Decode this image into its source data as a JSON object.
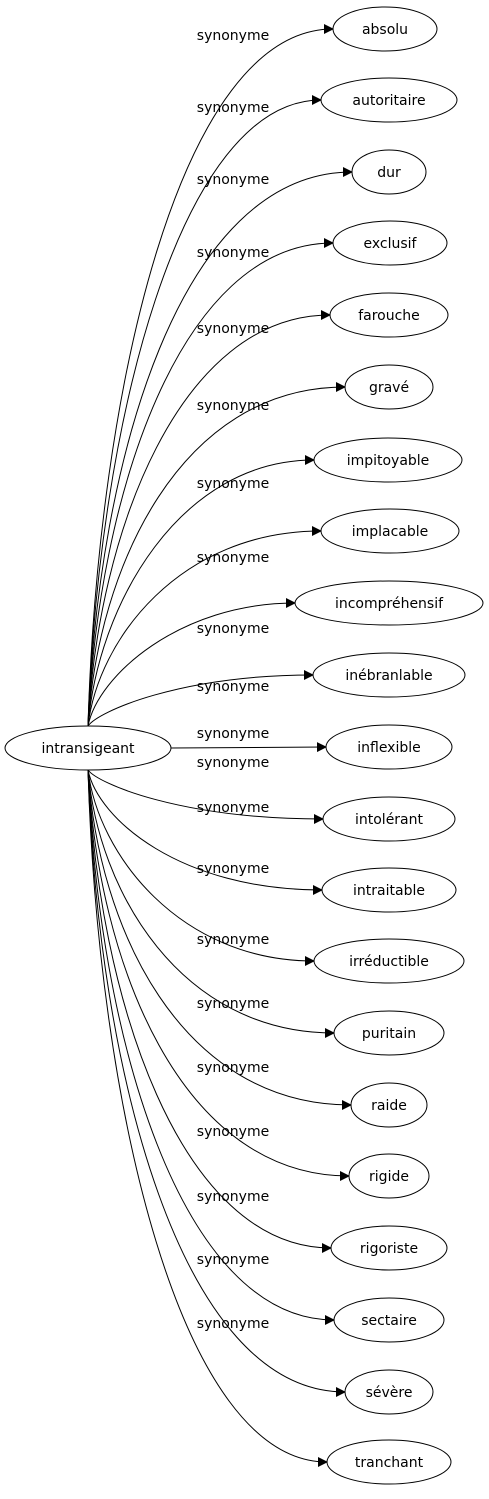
{
  "center": "intransigeant",
  "edge_label": "synonyme",
  "nodes": [
    "absolu",
    "autoritaire",
    "dur",
    "exclusif",
    "farouche",
    "gravé",
    "impitoyable",
    "implacable",
    "incompréhensif",
    "inébranlable",
    "inflexible",
    "intolérant",
    "intraitable",
    "irréductible",
    "puritain",
    "raide",
    "rigide",
    "rigoriste",
    "sectaire",
    "sévère",
    "tranchant"
  ]
}
